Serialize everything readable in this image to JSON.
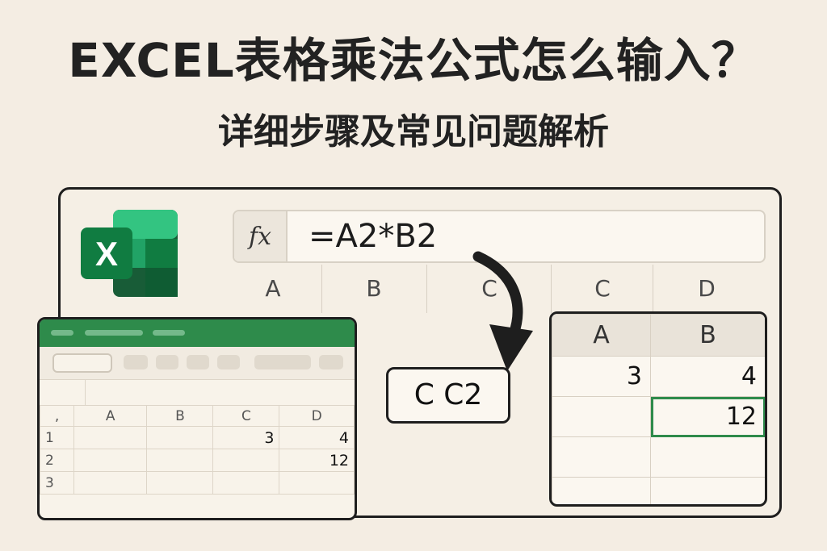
{
  "title": {
    "main": "EXCEL表格乘法公式怎么输入？",
    "sub": "详细步骤及常见问题解析"
  },
  "logo": {
    "letter": "X",
    "colors": {
      "dark": "#185c37",
      "mid": "#21a366",
      "light": "#33c481",
      "badge": "#107c41"
    }
  },
  "formula_bar": {
    "fx_label": "fx",
    "formula": "=A2*B2"
  },
  "background_columns": [
    "A",
    "B",
    "C",
    "C",
    "D"
  ],
  "sheet": {
    "column_headers": [
      ",",
      "A",
      "B",
      "C",
      "D"
    ],
    "rows": [
      {
        "row": "1",
        "A": "",
        "B": "",
        "C": "3",
        "D": "4"
      },
      {
        "row": "2",
        "A": "",
        "B": "",
        "C": "",
        "D": "12"
      },
      {
        "row": "3",
        "A": "",
        "B": "",
        "C": "",
        "D": ""
      }
    ],
    "accent_color": "#2e8b4b"
  },
  "cell_label": "C C2",
  "zoom": {
    "column_headers": [
      "A",
      "B"
    ],
    "rows": [
      {
        "A": "3",
        "B": "4"
      },
      {
        "A": "",
        "B": "12"
      },
      {
        "A": "",
        "B": ""
      },
      {
        "A": "",
        "B": ""
      }
    ],
    "selected_cell": "B2",
    "selection_color": "#2e8b4b"
  }
}
